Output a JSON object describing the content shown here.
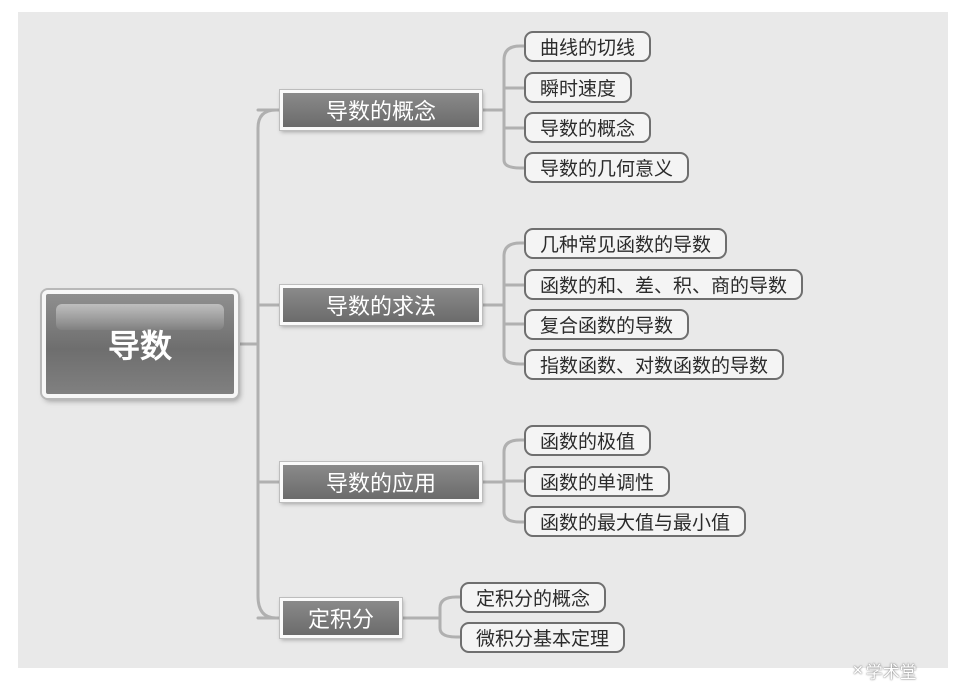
{
  "root": {
    "label": "导数"
  },
  "branches": [
    {
      "label": "导数的概念",
      "items": [
        "曲线的切线",
        "瞬时速度",
        "导数的概念",
        "导数的几何意义"
      ]
    },
    {
      "label": "导数的求法",
      "items": [
        "几种常见函数的导数",
        "函数的和、差、积、商的导数",
        "复合函数的导数",
        "指数函数、对数函数的导数"
      ]
    },
    {
      "label": "导数的应用",
      "items": [
        "函数的极值",
        "函数的单调性",
        "函数的最大值与最小值"
      ]
    },
    {
      "label": "定积分",
      "items": [
        "定积分的概念",
        "微积分基本定理"
      ]
    }
  ],
  "watermark": {
    "text": "学术堂",
    "icon": "academy-logo-icon"
  },
  "colors": {
    "background": "#e9e9e9",
    "node_fill": "#7a7a7a",
    "leaf_border": "#6f6f6f",
    "connector": "#b0b0b0"
  }
}
